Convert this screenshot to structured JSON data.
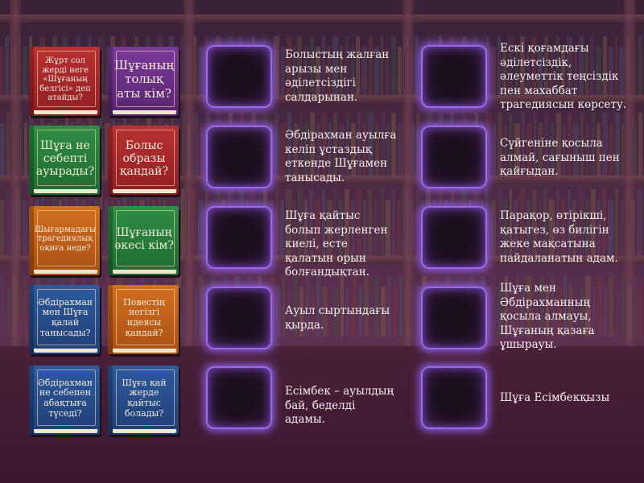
{
  "questions": [
    {
      "label": "Жұрт сол жерді неге «Шұғаның белгісі» деп атайды?",
      "color": "#b83232"
    },
    {
      "label": "Шұғаның толық аты кім?",
      "color": "#7a3a9a"
    },
    {
      "label": "Шұға не себепті ауырады?",
      "color": "#2f8e45"
    },
    {
      "label": "Болыс образы қандай?",
      "color": "#b83232"
    },
    {
      "label": "Шығармадағы трагедиялық оқиға неде?",
      "color": "#d2701f"
    },
    {
      "label": "Шұғаның әкесі кім?",
      "color": "#2f8e45"
    },
    {
      "label": "Әбдірахман мен Шұға қалай танысады?",
      "color": "#2e5a9e"
    },
    {
      "label": "Повестің негізгі идеясы қандай?",
      "color": "#d2701f"
    },
    {
      "label": "Әбдірахман не себепен абақтыға түседі?",
      "color": "#2e5a9e"
    },
    {
      "label": "Шұға қай жерде қайтыс болады?",
      "color": "#2e5a9e"
    }
  ],
  "answers_left": [
    "Болыстың жалған арызы мен әділетсіздігі салдарынан.",
    "Әбдірахман ауылға келіп ұстаздық еткенде Шұғамен танысады.",
    "Шұға қайтыс болып жерленген киелі, есте қалатын орын болғандықтан.",
    "Ауыл сыртындағы қырда.",
    "Есімбек – ауылдың бай, беделді адамы."
  ],
  "answers_right": [
    "Ескі қоғамдағы әділетсіздік, әлеуметтік теңсіздік пен махаббат трагедиясын көрсету.",
    "Сүйгеніне қосыла алмай, сағыныш пен қайғыдан.",
    "Парақор, өтірікші, қатыгез, өз билігін жеке мақсатына пайдаланатын адам.",
    "Шұға мен Әбдірахманның қосыла алмауы, Шұғаның қазаға ұшырауы.",
    "Шұға Есімбекқызы"
  ]
}
